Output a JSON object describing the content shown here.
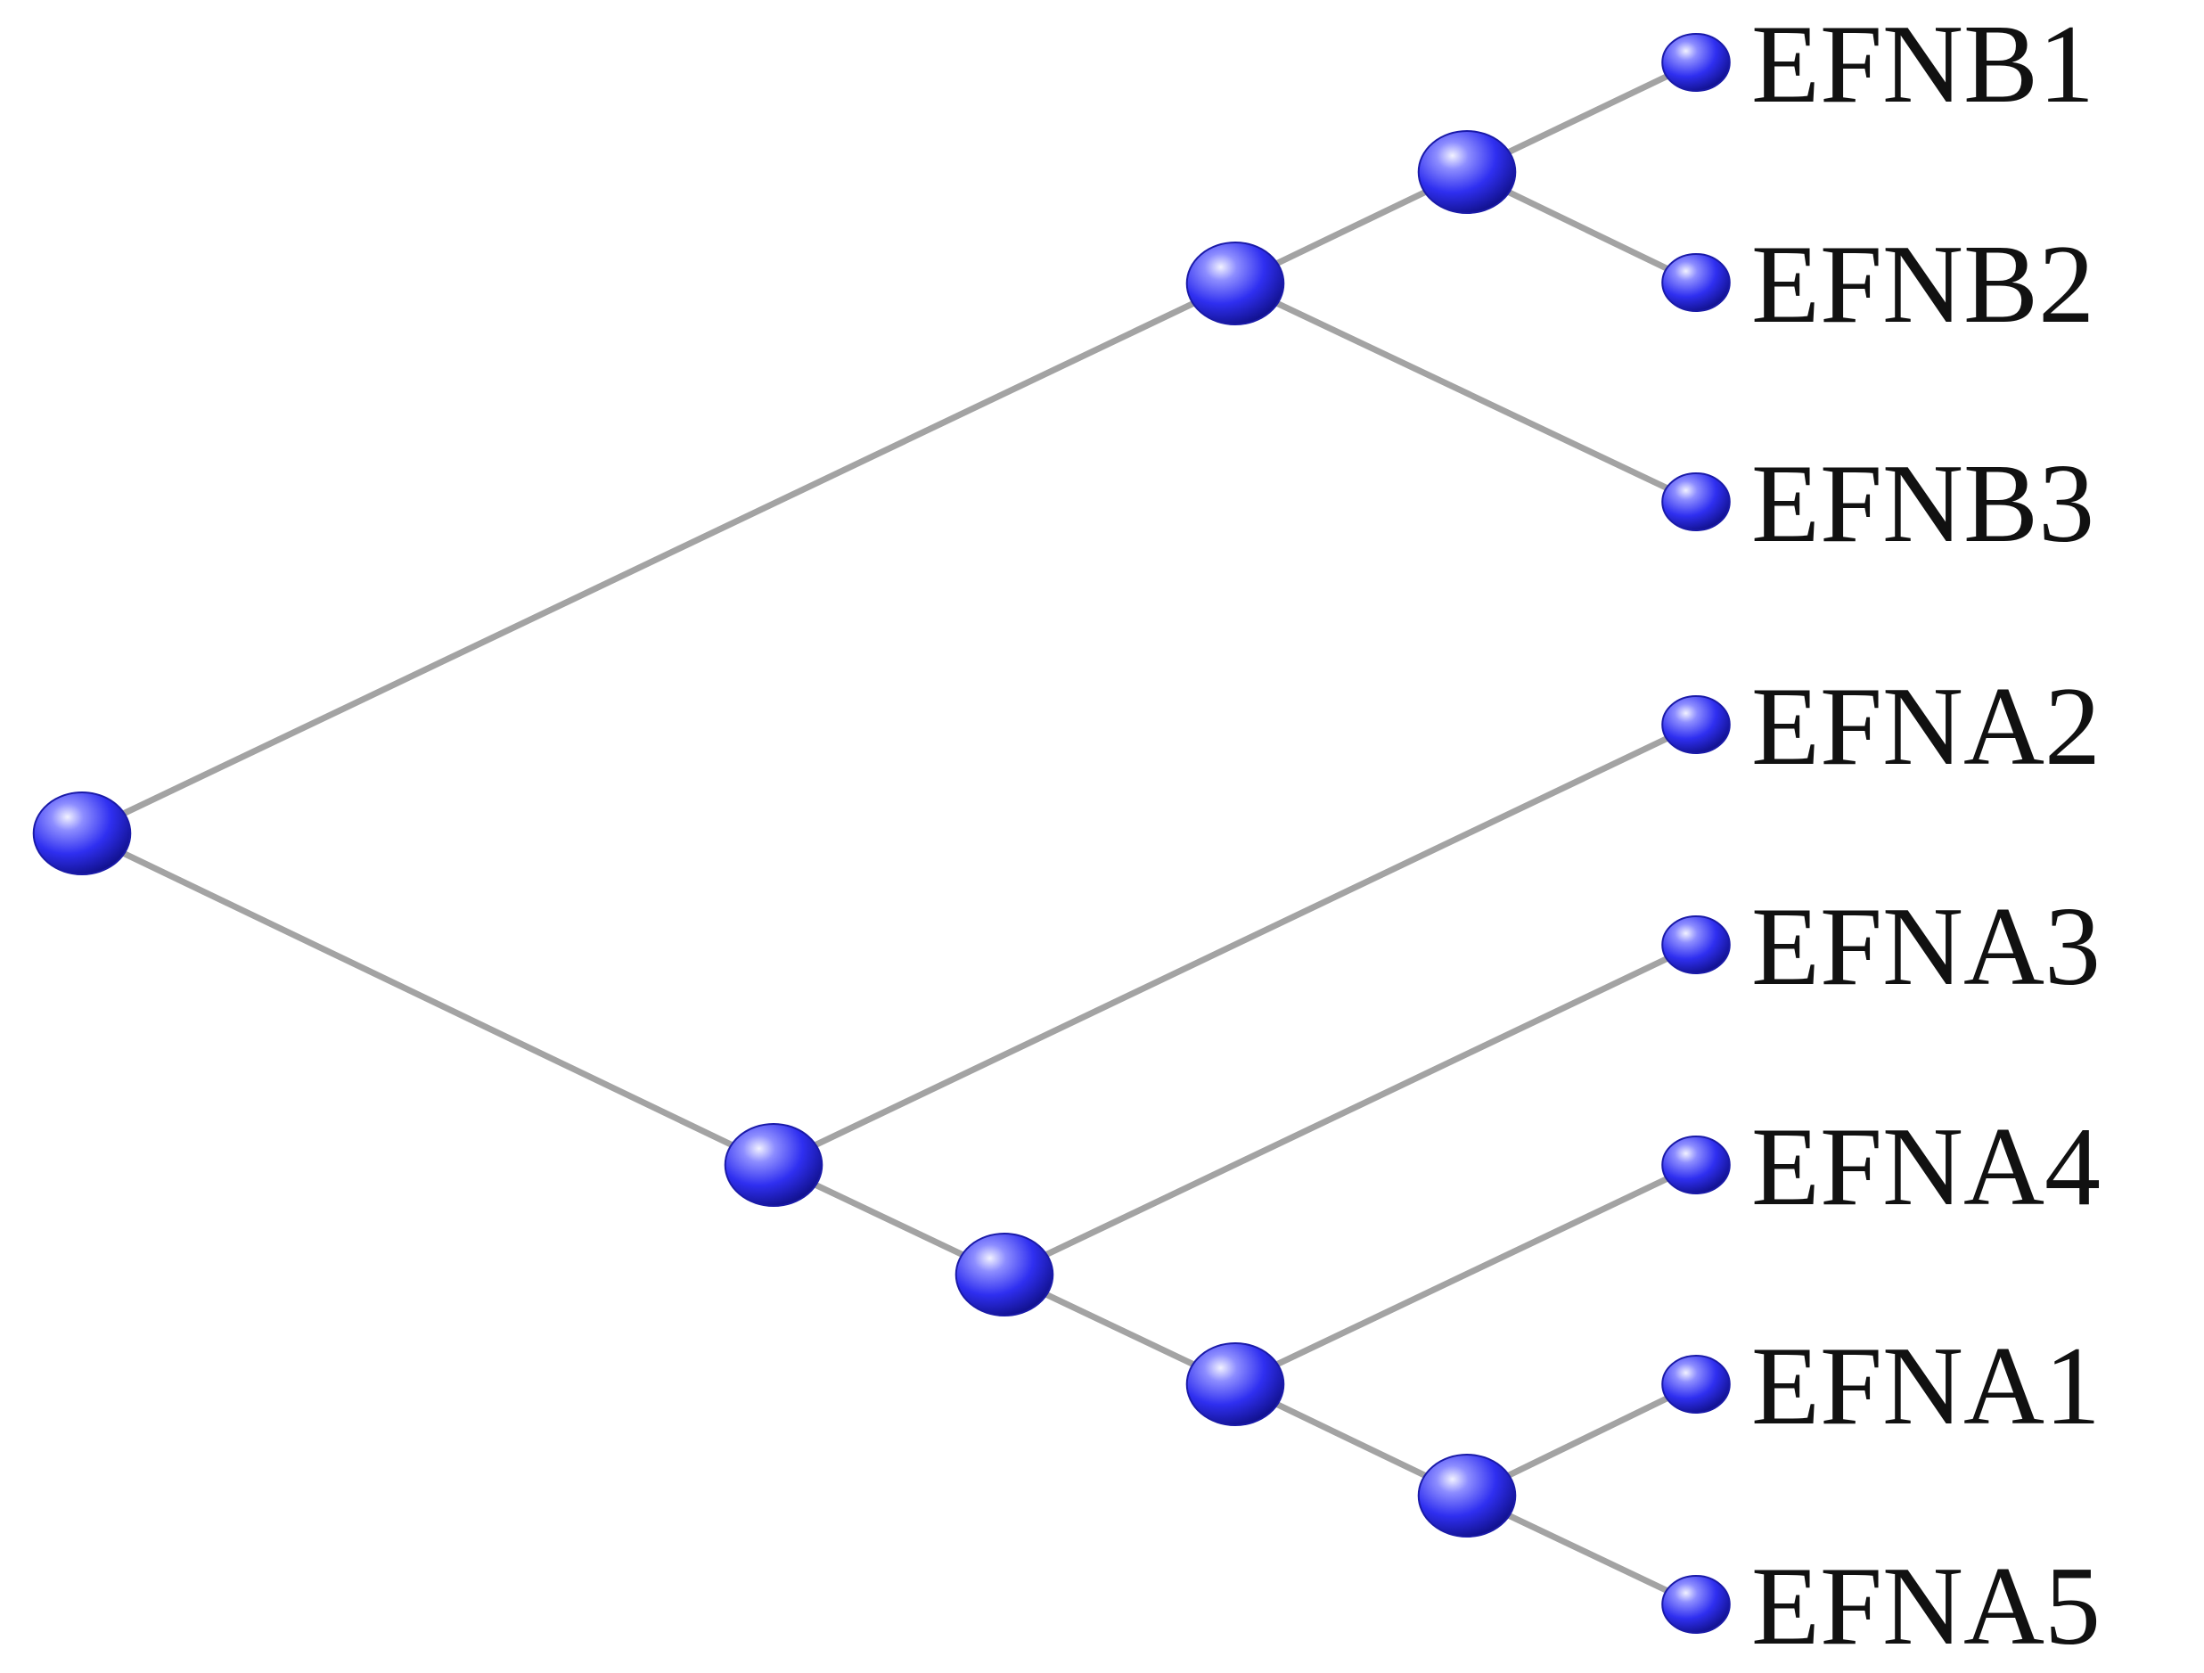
{
  "diagram": {
    "type": "tree",
    "node_color": "#2f2ff0",
    "edge_color": "#a3a3a3",
    "label_color": "#111111",
    "nodes": [
      {
        "id": "root",
        "kind": "internal"
      },
      {
        "id": "b_clade",
        "kind": "internal"
      },
      {
        "id": "b1_b2",
        "kind": "internal"
      },
      {
        "id": "a_clade",
        "kind": "internal"
      },
      {
        "id": "a3_group",
        "kind": "internal"
      },
      {
        "id": "a4_group",
        "kind": "internal"
      },
      {
        "id": "a1_a5",
        "kind": "internal"
      },
      {
        "id": "efnb1",
        "kind": "leaf",
        "label": "EFNB1"
      },
      {
        "id": "efnb2",
        "kind": "leaf",
        "label": "EFNB2"
      },
      {
        "id": "efnb3",
        "kind": "leaf",
        "label": "EFNB3"
      },
      {
        "id": "efna2",
        "kind": "leaf",
        "label": "EFNA2"
      },
      {
        "id": "efna3",
        "kind": "leaf",
        "label": "EFNA3"
      },
      {
        "id": "efna4",
        "kind": "leaf",
        "label": "EFNA4"
      },
      {
        "id": "efna1",
        "kind": "leaf",
        "label": "EFNA1"
      },
      {
        "id": "efna5",
        "kind": "leaf",
        "label": "EFNA5"
      }
    ],
    "edges": [
      [
        "root",
        "b_clade"
      ],
      [
        "root",
        "a_clade"
      ],
      [
        "b_clade",
        "b1_b2"
      ],
      [
        "b_clade",
        "efnb3"
      ],
      [
        "b1_b2",
        "efnb1"
      ],
      [
        "b1_b2",
        "efnb2"
      ],
      [
        "a_clade",
        "efna2"
      ],
      [
        "a_clade",
        "a3_group"
      ],
      [
        "a3_group",
        "efna3"
      ],
      [
        "a3_group",
        "a4_group"
      ],
      [
        "a4_group",
        "efna4"
      ],
      [
        "a4_group",
        "a1_a5"
      ],
      [
        "a1_a5",
        "efna1"
      ],
      [
        "a1_a5",
        "efna5"
      ]
    ]
  }
}
